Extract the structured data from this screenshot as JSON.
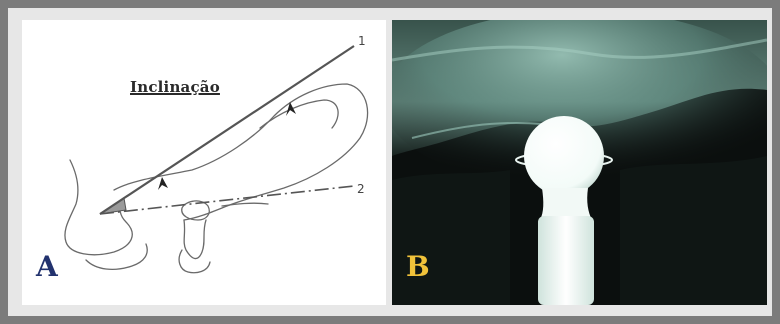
{
  "figure": {
    "panels": [
      {
        "letter": "A",
        "letter_color": "#22326e",
        "title": "Inclinação",
        "line_labels": [
          "1",
          "2"
        ]
      },
      {
        "letter": "B",
        "letter_color": "#f0c23a"
      }
    ]
  },
  "colors": {
    "frame": "#7c7c7c",
    "background": "#e7e7e7",
    "xray_dark": "#0b0f0e",
    "xray_tint": "#9fc9bd"
  }
}
